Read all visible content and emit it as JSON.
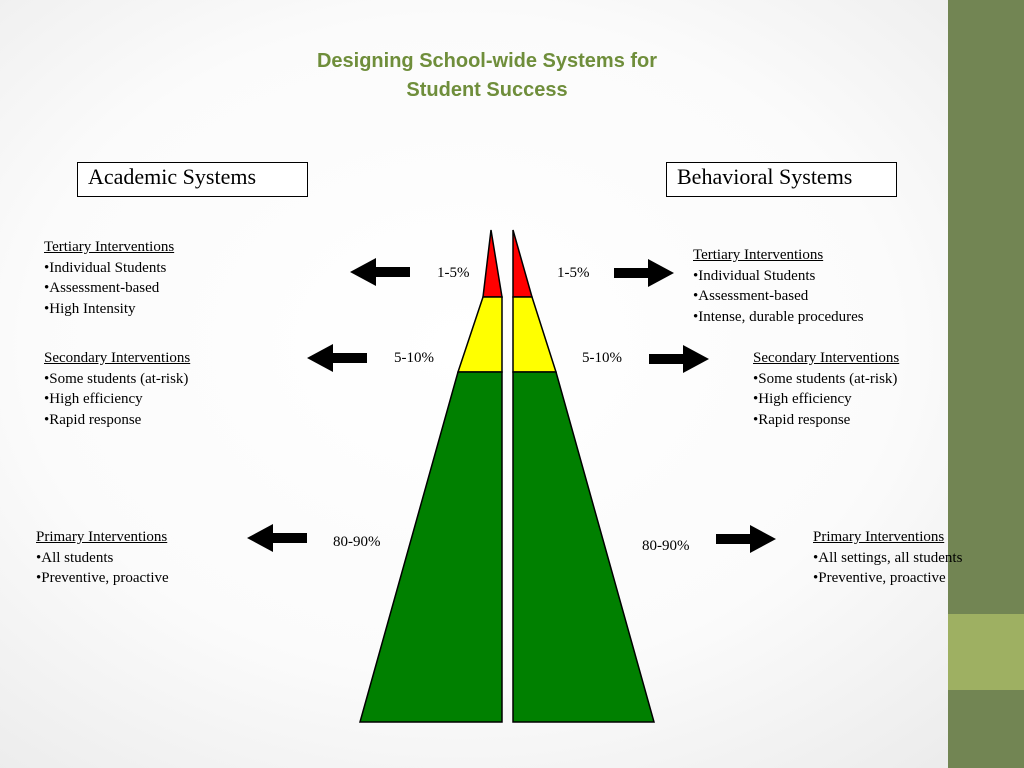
{
  "title": {
    "line1": "Designing School-wide Systems for",
    "line2": "Student Success"
  },
  "academic": {
    "header": "Academic Systems",
    "tertiary": {
      "heading": "Tertiary Interventions",
      "items": [
        "•Individual Students",
        "•Assessment-based",
        "•High Intensity"
      ],
      "percent": "1-5%"
    },
    "secondary": {
      "heading": "Secondary Interventions",
      "items": [
        "•Some students (at-risk)",
        "•High efficiency",
        "•Rapid response"
      ],
      "percent": "5-10%"
    },
    "primary": {
      "heading": "Primary Interventions",
      "items": [
        "•All students",
        "•Preventive,  proactive"
      ],
      "percent": "80-90%"
    }
  },
  "behavioral": {
    "header": "Behavioral Systems",
    "tertiary": {
      "heading": "Tertiary Interventions",
      "items": [
        "•Individual Students",
        "•Assessment-based",
        "•Intense, durable procedures"
      ],
      "percent": "1-5%"
    },
    "secondary": {
      "heading": "Secondary Interventions",
      "items": [
        "•Some students (at-risk)",
        "•High efficiency",
        "•Rapid response"
      ],
      "percent": "5-10%"
    },
    "primary": {
      "heading": "Primary Interventions",
      "items": [
        "•All settings, all students",
        "•Preventive,  proactive"
      ],
      "percent": "80-90%"
    }
  },
  "colors": {
    "tertiary": "#ff0000",
    "secondary": "#ffff00",
    "primary": "#008000",
    "title": "#6f8e3b",
    "side_bar": "#728553",
    "side_accent": "#9eb062"
  }
}
